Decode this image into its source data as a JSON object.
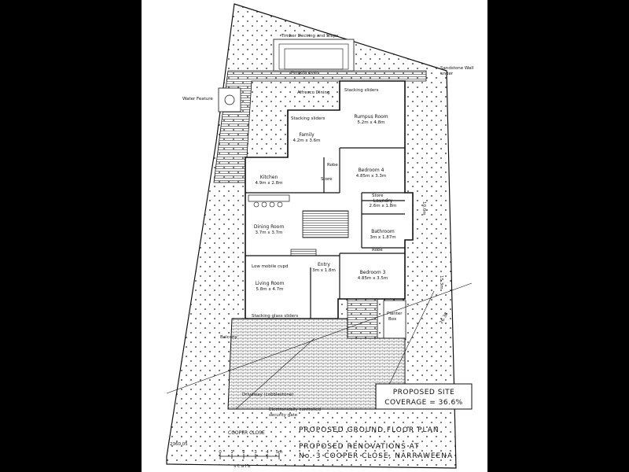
{
  "plan": {
    "title": "PROPOSED GROUND FLOOR PLAN",
    "subtitle_line1": "PROPOSED RENOVATIONS AT",
    "subtitle_line2": "No. 3 COOPER CLOSE, NARRAWEENA",
    "street": "COOPER CLOSE",
    "coverage_line1": "PROPOSED SITE",
    "coverage_line2": "COVERAGE = 36.6%",
    "scale_word": "s c a l e",
    "scale_ticks": [
      "0",
      "1",
      "2",
      "3",
      "4",
      "5m"
    ]
  },
  "rooms": {
    "rumpus": {
      "name": "Rumpus Room",
      "size": "5.2m x 4.8m"
    },
    "family": {
      "name": "Family",
      "size": "4.2m x 3.6m"
    },
    "bedroom4": {
      "name": "Bedroom 4",
      "size": "4.85m x 3.3m"
    },
    "kitchen": {
      "name": "Kitchen",
      "size": "4.9m x 2.8m"
    },
    "laundry": {
      "name": "Laundry",
      "size": "2.6m x 1.8m"
    },
    "dining": {
      "name": "Dining Room",
      "size": "3.7m x 3.7m"
    },
    "bathroom": {
      "name": "Bathroom",
      "size": "3m x 1.87m"
    },
    "bedroom3": {
      "name": "Bedroom 3",
      "size": "4.85m x 3.5m"
    },
    "living": {
      "name": "Living Room",
      "size": "5.8m x 4.7m"
    },
    "entry": {
      "name": "Entry",
      "size": "3m x 1.8m"
    }
  },
  "labels": {
    "timber_decking": "Timber Decking and Steps",
    "sandstone_wall": "Sandstone Wall",
    "sandstone_under": "under",
    "water_feature": "Water Feature",
    "pergola": "Pergola over",
    "alfresco": "Alfresco Dining",
    "stacking_sliders_top": "Stacking sliders",
    "stacking_sliders_family": "Stacking sliders",
    "robe_top": "Robe",
    "store_kitchen": "Store",
    "store_laundry": "Store",
    "robe_bottom": "Robe",
    "low_mobile_cupd": "Low mobile cupd",
    "stacking_glass_sliders": "Stacking glass sliders",
    "planter_box_1": "Planter",
    "planter_box_2": "Box",
    "balcony": "Balcony",
    "driveway": "Driveway (cobblestone)",
    "gate_1": "Electronically controlled",
    "gate_2": "security gate",
    "dim_bottom_left": "2360.05",
    "dim_right_1": "15.3m",
    "dim_right_2": "10.0m",
    "dim_right_3": "26.38"
  }
}
